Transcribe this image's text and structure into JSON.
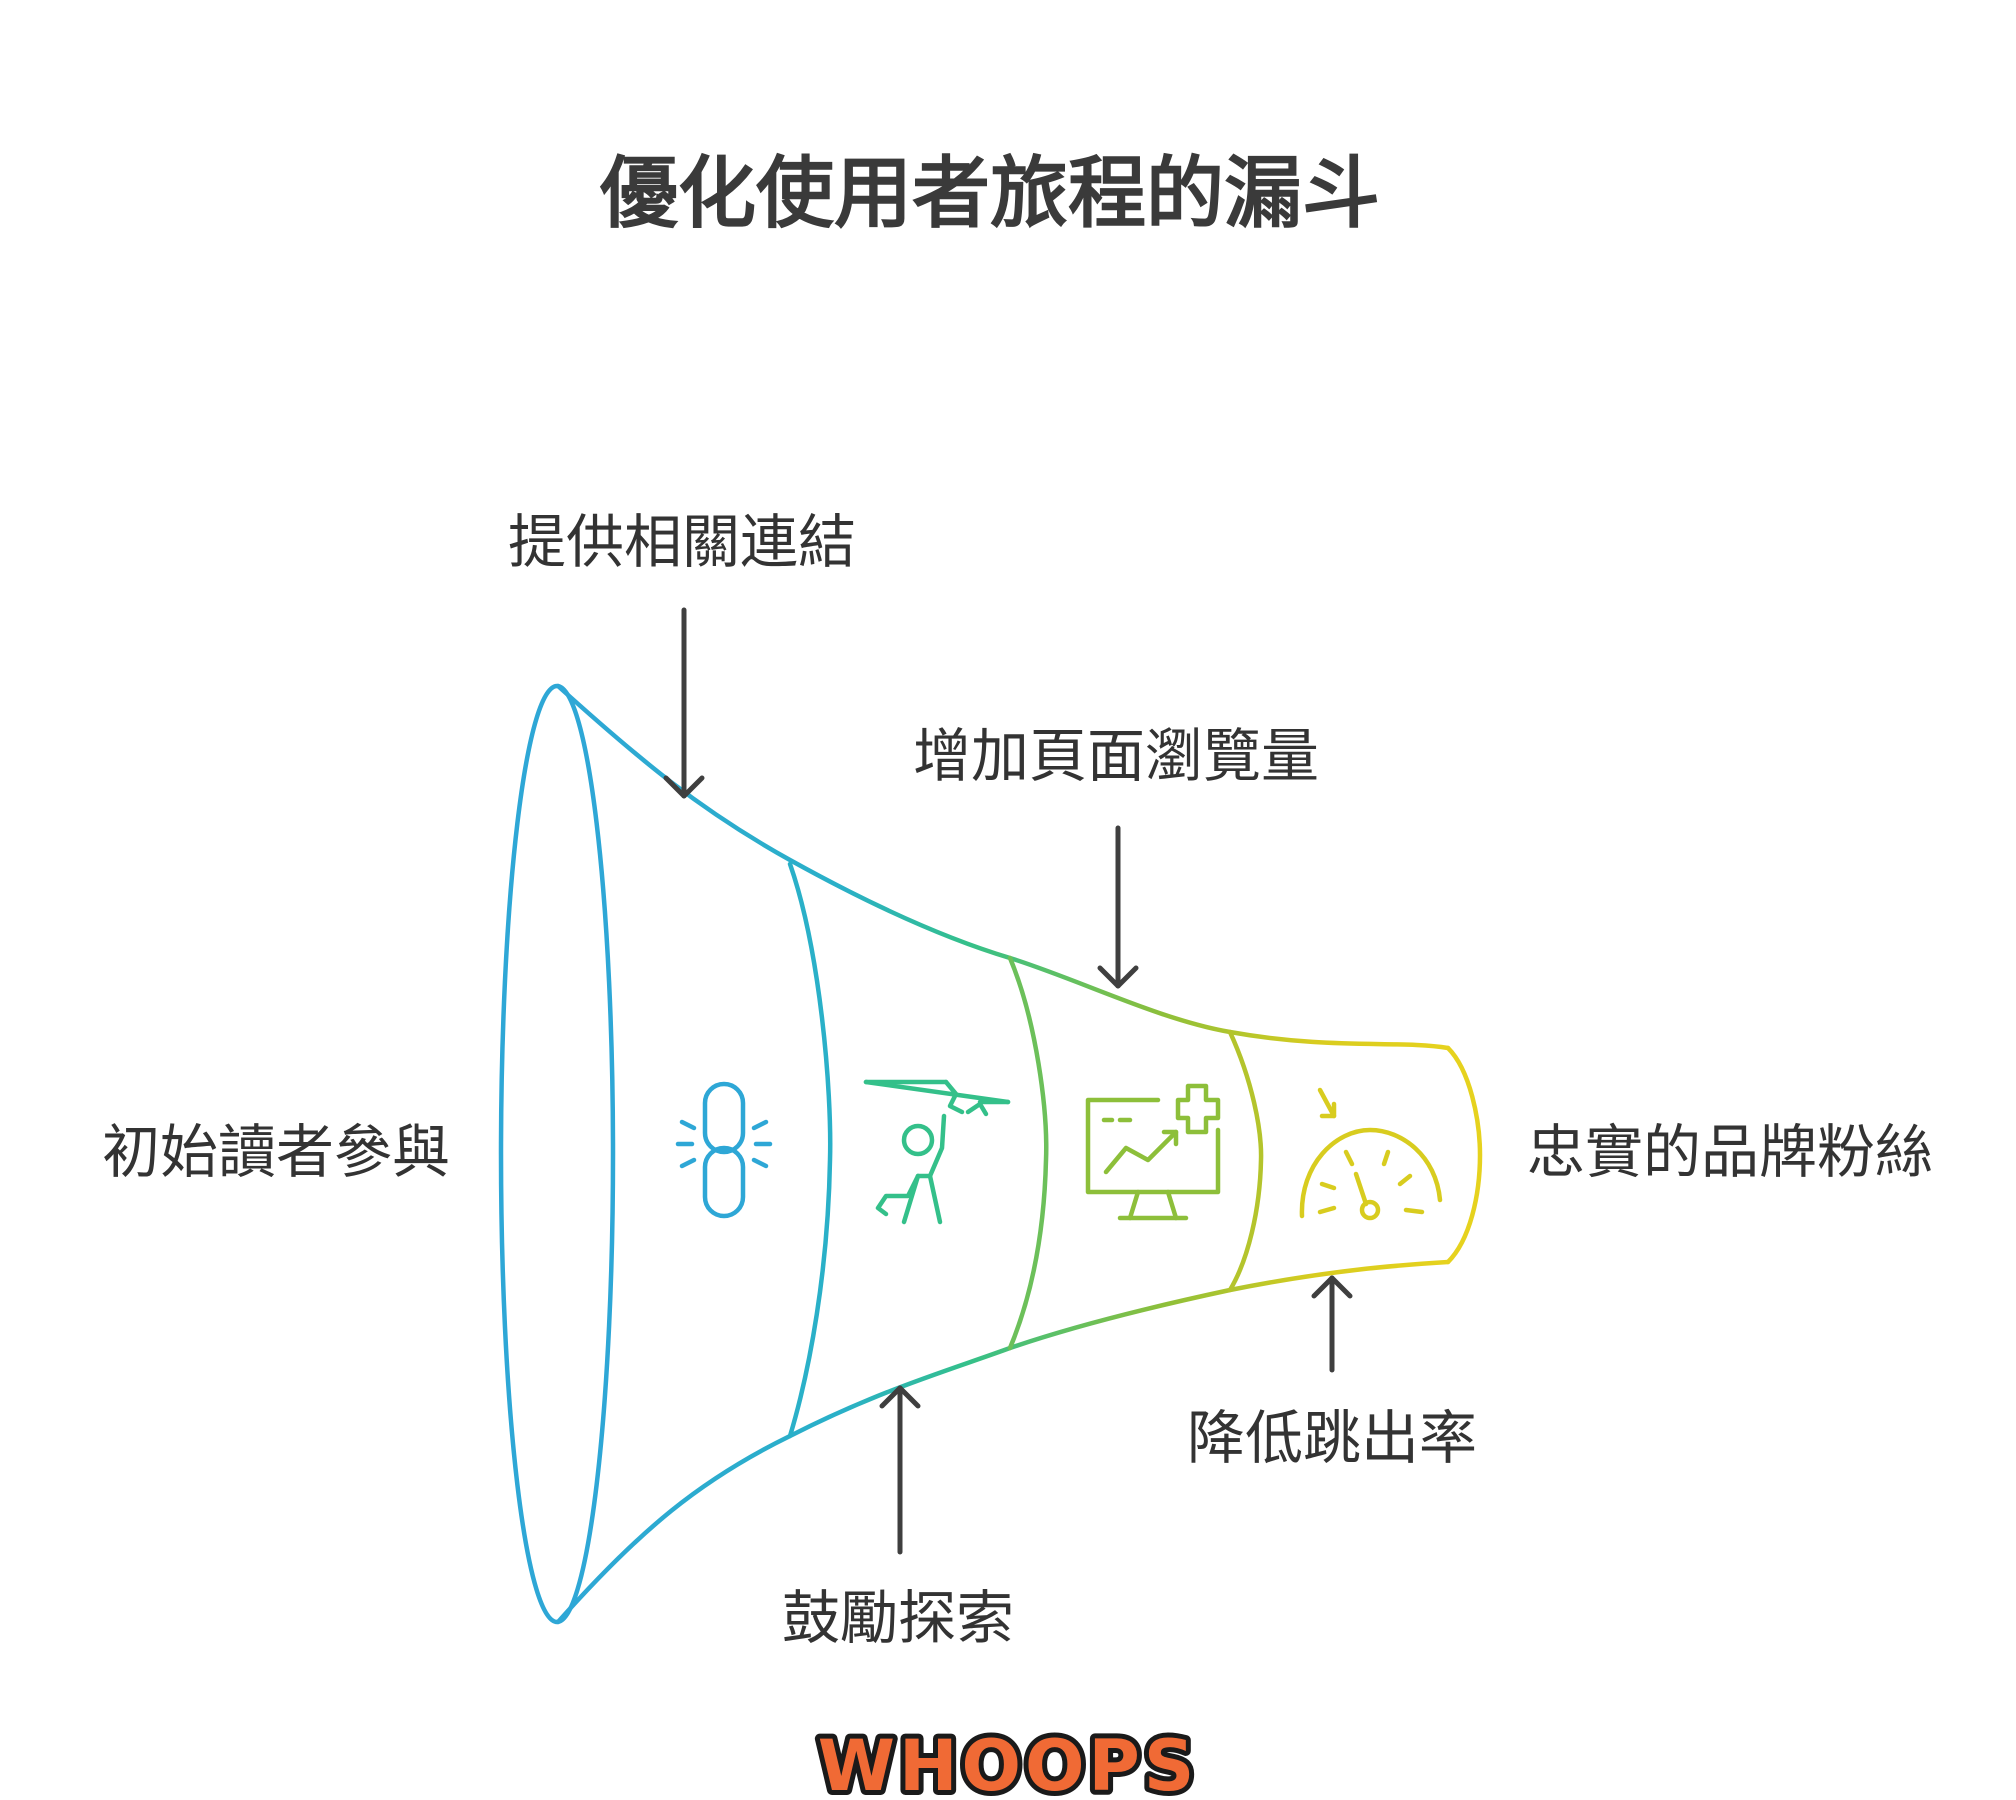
{
  "title": "優化使用者旅程的漏斗",
  "funnel": {
    "entry_label": "初始讀者參與",
    "exit_label": "忠實的品牌粉絲",
    "stages": [
      {
        "icon": "broken-link-icon",
        "color": "#2ea7d6"
      },
      {
        "icon": "reaching-person-icon",
        "color": "#34c08a"
      },
      {
        "icon": "monitor-growth-plus-icon",
        "color": "#8dbf3a"
      },
      {
        "icon": "speed-gauge-icon",
        "color": "#d8cc1f"
      }
    ],
    "callouts": [
      {
        "label": "提供相關連結",
        "direction": "down"
      },
      {
        "label": "增加頁面瀏覽量",
        "direction": "down"
      },
      {
        "label": "鼓勵探索",
        "direction": "up"
      },
      {
        "label": "降低跳出率",
        "direction": "up"
      }
    ]
  },
  "logo": {
    "text": "WHOOPS",
    "colors": {
      "fill": "#f06a35",
      "outline": "#1a1a1a"
    }
  }
}
